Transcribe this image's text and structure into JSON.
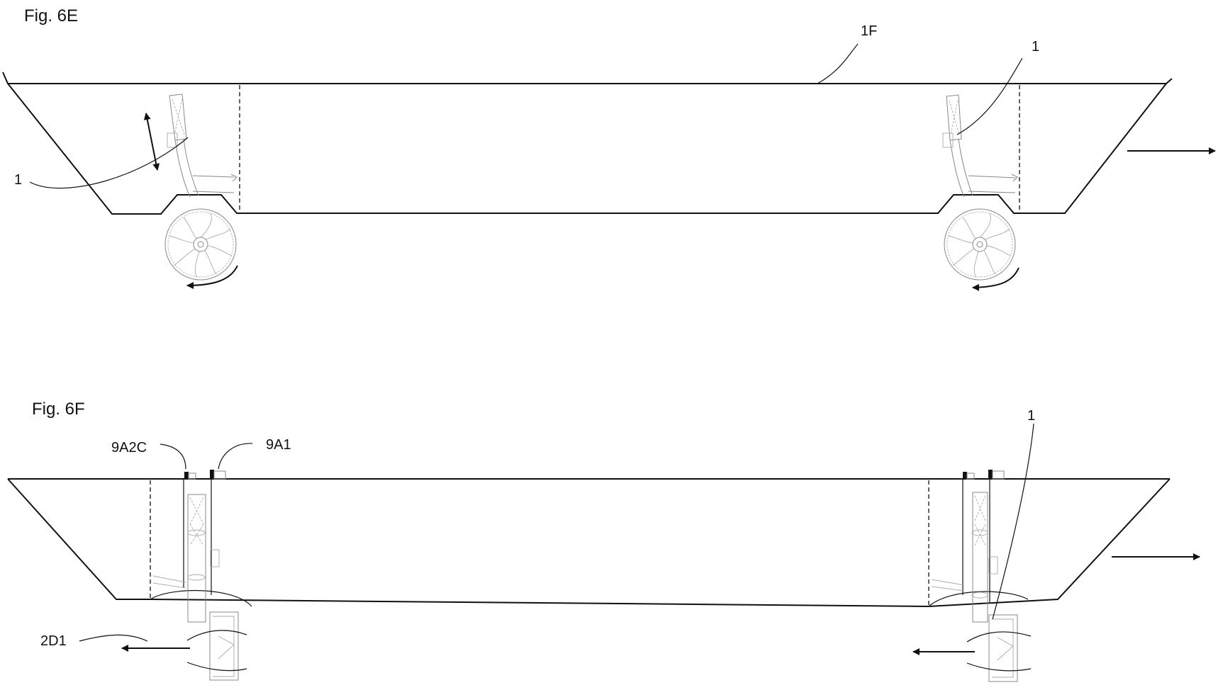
{
  "figures": {
    "fig_6e": {
      "title": "Fig. 6E",
      "label_1f": "1F",
      "label_1_left": "1",
      "label_1_right": "1"
    },
    "fig_6f": {
      "title": "Fig. 6F",
      "label_9a2c": "9A2C",
      "label_9a1": "9A1",
      "label_1": "1",
      "label_2d1": "2D1"
    }
  }
}
